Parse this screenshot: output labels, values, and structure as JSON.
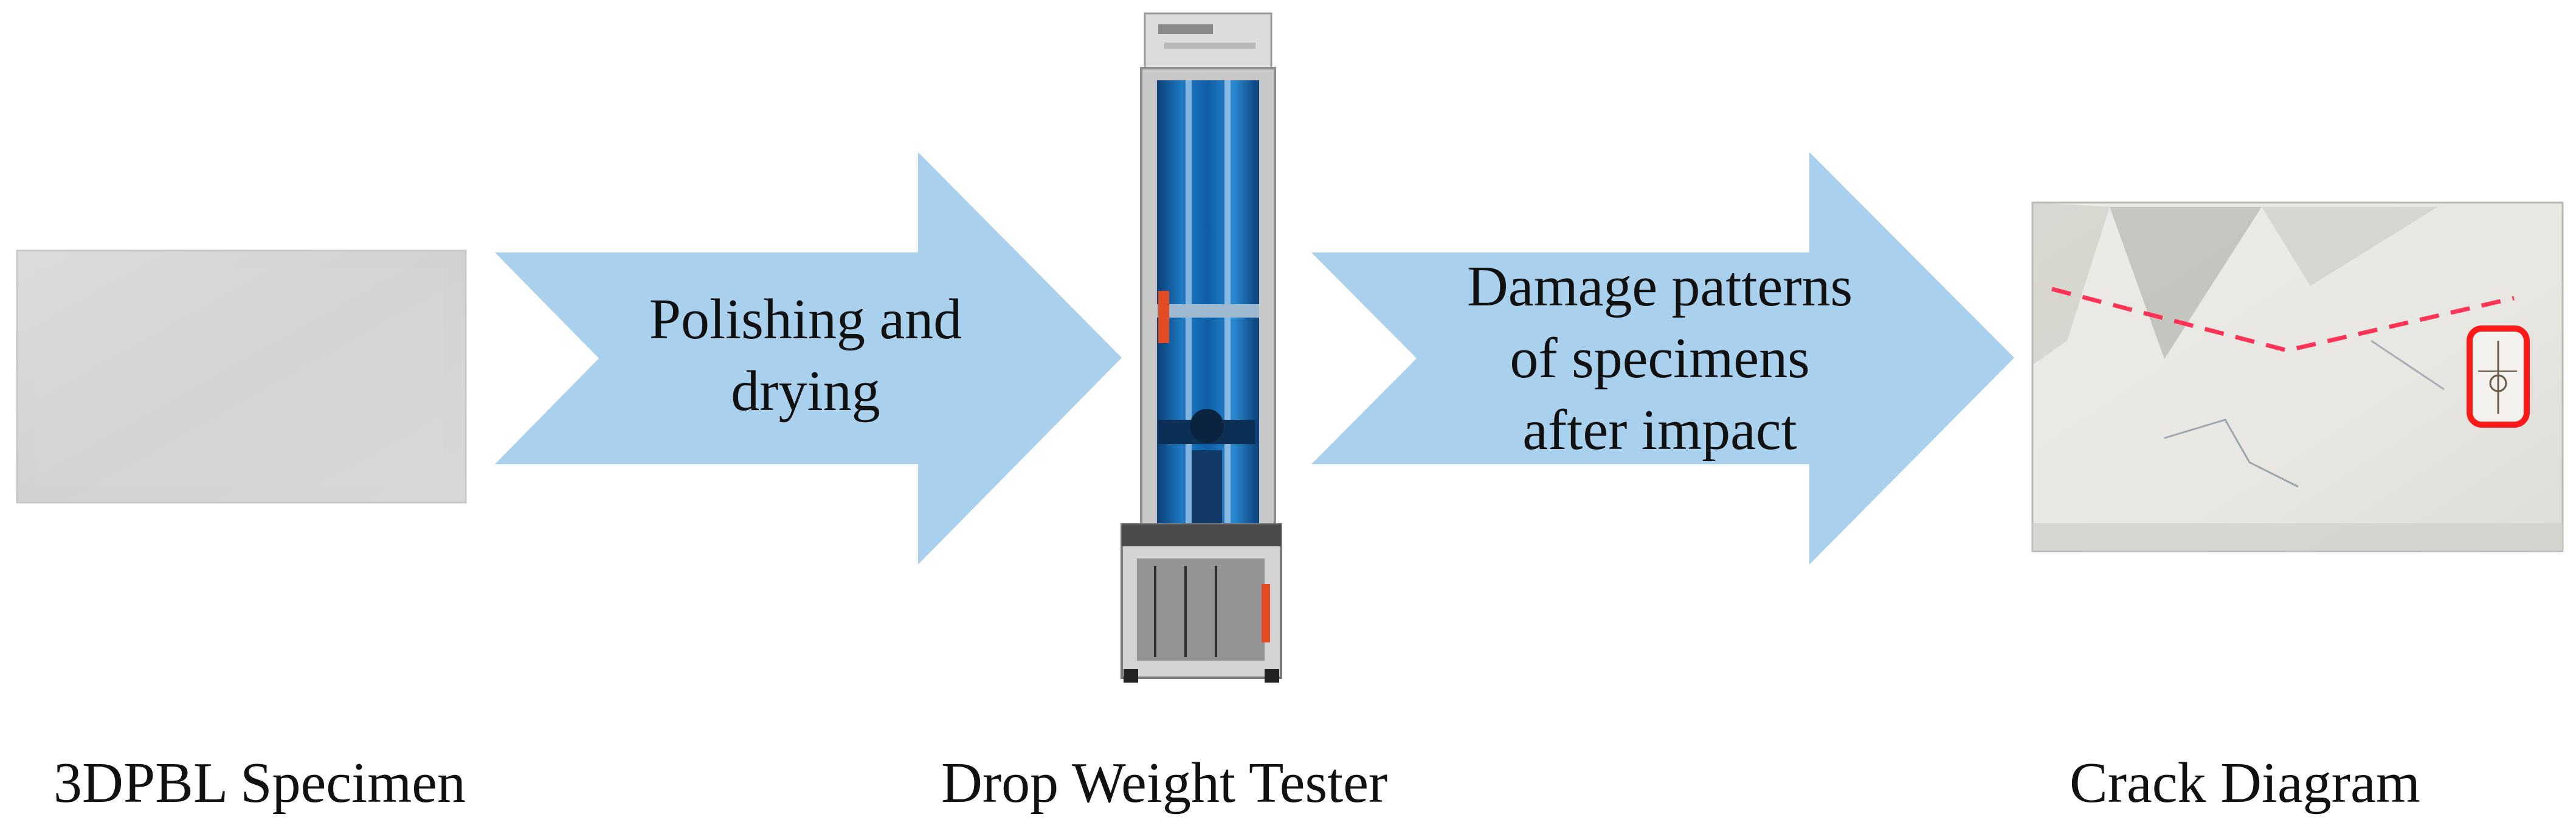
{
  "stages": [
    {
      "caption": "3DPBL Specimen"
    },
    {
      "caption": "Drop Weight Tester"
    },
    {
      "caption": "Crack Diagram"
    }
  ],
  "arrows": [
    {
      "lines": [
        "Polishing and",
        "drying"
      ]
    },
    {
      "lines": [
        "Damage patterns",
        "of specimens",
        "after impact"
      ]
    }
  ],
  "colors": {
    "arrow_fill": "#a9d1ee",
    "crack_line": "#ff3358",
    "specimen_gray": "#d6d6d6",
    "tester_blue": "#1d6fb4",
    "tester_accent": "#e34b22"
  }
}
